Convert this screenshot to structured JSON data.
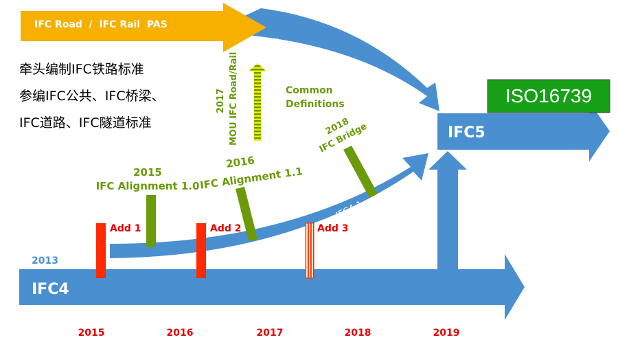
{
  "top_arrow": "IFC Road  /  IFC Rail  PAS",
  "curve_arrow": "Int IFC Road / IFC Rail",
  "chinese_lines": [
    "牵头编制IFC铁路标准",
    "参编IFC公共、IFC桥梁、",
    "IFC道路、IFC隧道标准"
  ],
  "mou": {
    "line1": "2017",
    "line2": "MOU IFC Road/Rail"
  },
  "common": {
    "line1": "Common",
    "line2": "Definitions"
  },
  "iso": "ISO16739",
  "ifc5": "IFC5",
  "ifc4": "IFC4",
  "ifc41": "IFC4.1",
  "start_year": "2013",
  "milestones": [
    {
      "year": "2015",
      "name": "IFC Alignment 1.0"
    },
    {
      "year": "2016",
      "name": "IFC Alignment 1.1"
    },
    {
      "year": "2018",
      "name": "IFC Bridge"
    }
  ],
  "addenda": [
    "Add 1",
    "Add 2",
    "Add 3"
  ],
  "years": [
    "2015",
    "2016",
    "2017",
    "2018",
    "2019"
  ],
  "colors": {
    "blue": "#4a90d0",
    "orange": "#f5b000",
    "green": "#6b9a0a",
    "red": "#ff2a00",
    "red_text": "#e60000",
    "iso_bg": "#17a017"
  }
}
